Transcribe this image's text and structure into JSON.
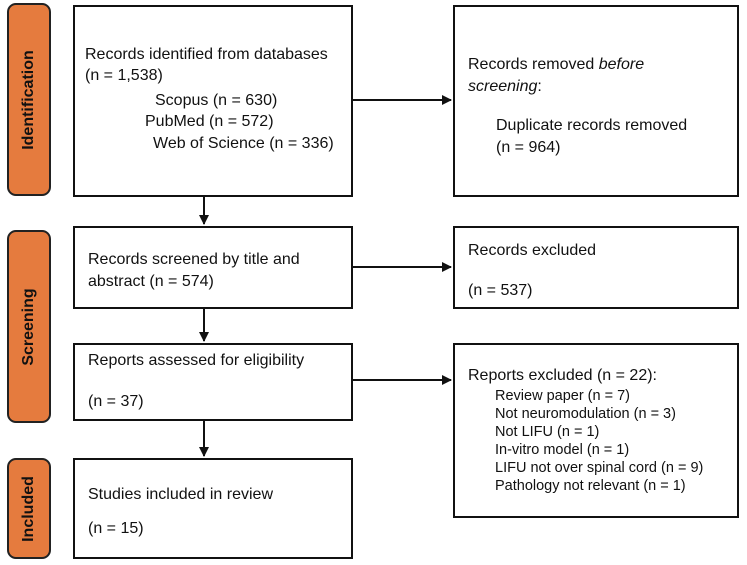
{
  "phases": {
    "identification": "Identification",
    "screening": "Screening",
    "included": "Included"
  },
  "identified": {
    "line1": "Records identified from databases",
    "line2": "(n = 1,538)",
    "scopus": "Scopus (n = 630)",
    "pubmed": "PubMed (n = 572)",
    "wos": "Web of Science (n = 336)"
  },
  "removed": {
    "line1": "Records removed ",
    "italic1": "before",
    "italic2": "screening",
    "colon": ":",
    "dup_label": "Duplicate records removed",
    "dup_count": "(n = 964)"
  },
  "screened": {
    "line1": "Records screened by title and",
    "line2": "abstract (n = 574)"
  },
  "excluded": {
    "title": "Records excluded",
    "count": "(n = 537)"
  },
  "assessed": {
    "title": "Reports assessed for eligibility",
    "count": "(n = 37)"
  },
  "reports_excluded": {
    "title": "Reports excluded (n = 22):",
    "reasons": [
      "Review paper (n = 7)",
      "Not neuromodulation (n = 3)",
      "Not LIFU (n = 1)",
      "In-vitro model (n = 1)",
      "LIFU not over spinal cord (n = 9)",
      "Pathology not relevant (n = 1)"
    ]
  },
  "included": {
    "title": "Studies included in review",
    "count": "(n = 15)"
  },
  "colors": {
    "phase_fill": "#e57b3e",
    "border": "#111111"
  }
}
